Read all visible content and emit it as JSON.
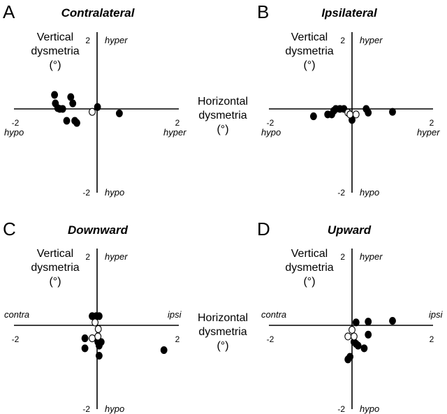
{
  "chart_data": [
    {
      "type": "scatter",
      "panel_label": "A",
      "title": "Contralateral",
      "ylabel": [
        "Vertical",
        "dysmetria",
        "(°)"
      ],
      "xlabel": [
        "Horizontal",
        "dysmetria",
        "(°)"
      ],
      "xlim": [
        -2,
        2
      ],
      "ylim": [
        -2,
        2
      ],
      "xticks": [
        "-2",
        "2"
      ],
      "yticks": [
        "2",
        "-2"
      ],
      "x_direction_labels": {
        "neg": "hypo",
        "pos": "hyper"
      },
      "y_direction_labels": {
        "pos": "hyper",
        "neg": "hypo"
      },
      "series": [
        {
          "fill": "#000000",
          "x": [
            -1.05,
            -1.03,
            -0.65,
            -0.6,
            -0.97,
            -0.92,
            -0.85,
            -0.55,
            -0.75,
            -0.5,
            0.01,
            0.55
          ],
          "y": [
            0.38,
            0.15,
            0.32,
            0.15,
            0.02,
            0.0,
            0.0,
            -0.32,
            -0.32,
            -0.38,
            0.05,
            -0.12
          ]
        },
        {
          "fill": "#ffffff",
          "x": [
            -0.12
          ],
          "y": [
            -0.08
          ]
        }
      ]
    },
    {
      "type": "scatter",
      "panel_label": "B",
      "title": "Ipsilateral",
      "ylabel": [
        "Vertical",
        "dysmetria",
        "(°)"
      ],
      "xlabel": [],
      "xlim": [
        -2,
        2
      ],
      "ylim": [
        -2,
        2
      ],
      "xticks": [
        "-2",
        "2"
      ],
      "yticks": [
        "2",
        "-2"
      ],
      "x_direction_labels": {
        "neg": "hypo",
        "pos": "hyper"
      },
      "y_direction_labels": {
        "pos": "hyper",
        "neg": "hypo"
      },
      "series": [
        {
          "fill": "#000000",
          "x": [
            -0.95,
            -0.6,
            -0.5,
            -0.45,
            -0.4,
            -0.3,
            -0.2,
            0.0,
            0.35,
            0.4,
            1.0
          ],
          "y": [
            -0.2,
            -0.15,
            -0.15,
            -0.05,
            0.0,
            0.0,
            0.0,
            -0.3,
            0.0,
            -0.1,
            -0.08
          ]
        },
        {
          "fill": "#ffffff",
          "x": [
            -0.1,
            -0.05,
            0.1
          ],
          "y": [
            -0.1,
            -0.15,
            -0.15
          ]
        }
      ]
    },
    {
      "type": "scatter",
      "panel_label": "C",
      "title": "Downward",
      "ylabel": [
        "Vertical",
        "dysmetria",
        "(°)"
      ],
      "xlabel": [
        "Horizontal",
        "dysmetria",
        "(°)"
      ],
      "xlim": [
        -2,
        2
      ],
      "ylim": [
        -2,
        2
      ],
      "xticks": [
        "-2",
        "2"
      ],
      "yticks": [
        "2",
        "-2"
      ],
      "x_direction_labels": {
        "neg": "contra",
        "pos": "ipsi"
      },
      "y_direction_labels": {
        "pos": "hyper",
        "neg": "hypo"
      },
      "series": [
        {
          "fill": "#000000",
          "x": [
            -0.12,
            -0.02,
            0.05,
            -0.3,
            0.02,
            0.1,
            0.05,
            -0.3,
            0.05,
            1.65
          ],
          "y": [
            0.25,
            0.25,
            0.25,
            -0.35,
            -0.45,
            -0.45,
            -0.55,
            -0.62,
            -0.82,
            -0.67
          ]
        },
        {
          "fill": "#ffffff",
          "x": [
            -0.05,
            0.03,
            -0.12,
            0.02
          ],
          "y": [
            0.08,
            -0.1,
            -0.35,
            -0.3
          ]
        }
      ]
    },
    {
      "type": "scatter",
      "panel_label": "D",
      "title": "Upward",
      "ylabel": [
        "Vertical",
        "dysmetria",
        "(°)"
      ],
      "xlabel": [],
      "xlim": [
        -2,
        2
      ],
      "ylim": [
        -2,
        2
      ],
      "xticks": [
        "-2",
        "2"
      ],
      "yticks": [
        "2",
        "-2"
      ],
      "x_direction_labels": {
        "neg": "contra",
        "pos": "ipsi"
      },
      "y_direction_labels": {
        "pos": "hyper",
        "neg": "hypo"
      },
      "series": [
        {
          "fill": "#000000",
          "x": [
            0.1,
            0.4,
            1.0,
            0.4,
            0.05,
            0.1,
            0.15,
            0.3,
            -0.05,
            -0.1
          ],
          "y": [
            0.08,
            0.1,
            0.12,
            -0.25,
            -0.45,
            -0.5,
            -0.55,
            -0.62,
            -0.85,
            -0.92
          ]
        },
        {
          "fill": "#ffffff",
          "x": [
            0.0,
            -0.1,
            0.05
          ],
          "y": [
            -0.12,
            -0.3,
            -0.3
          ]
        }
      ]
    }
  ]
}
